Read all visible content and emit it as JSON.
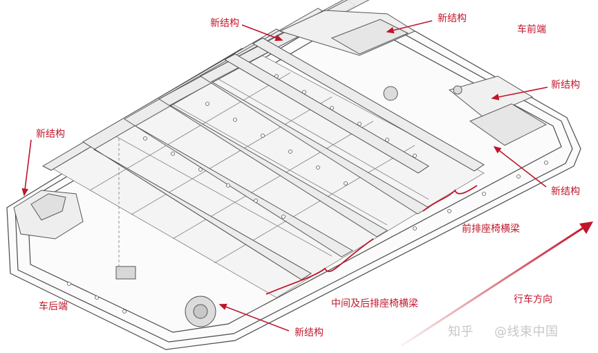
{
  "labels": {
    "new_structure_top_left": "新结构",
    "new_structure_top_center": "新结构",
    "new_structure_right_upper": "新结构",
    "new_structure_right_lower": "新结构",
    "new_structure_left": "新结构",
    "new_structure_bottom": "新结构",
    "vehicle_front_end": "车前端",
    "vehicle_rear_end": "车后端",
    "front_seat_crossbeam": "前排座椅横梁",
    "middle_rear_seat_crossbeam": "中间及后排座椅横梁",
    "driving_direction": "行车方向"
  },
  "watermark": {
    "platform": "知乎",
    "author": "@线束中国"
  },
  "colors": {
    "annotation_red": "#c0152a",
    "line_art": "#4a4a4a",
    "text_dark": "#2a2a2a",
    "watermark_gray": "#c7c7c7"
  }
}
